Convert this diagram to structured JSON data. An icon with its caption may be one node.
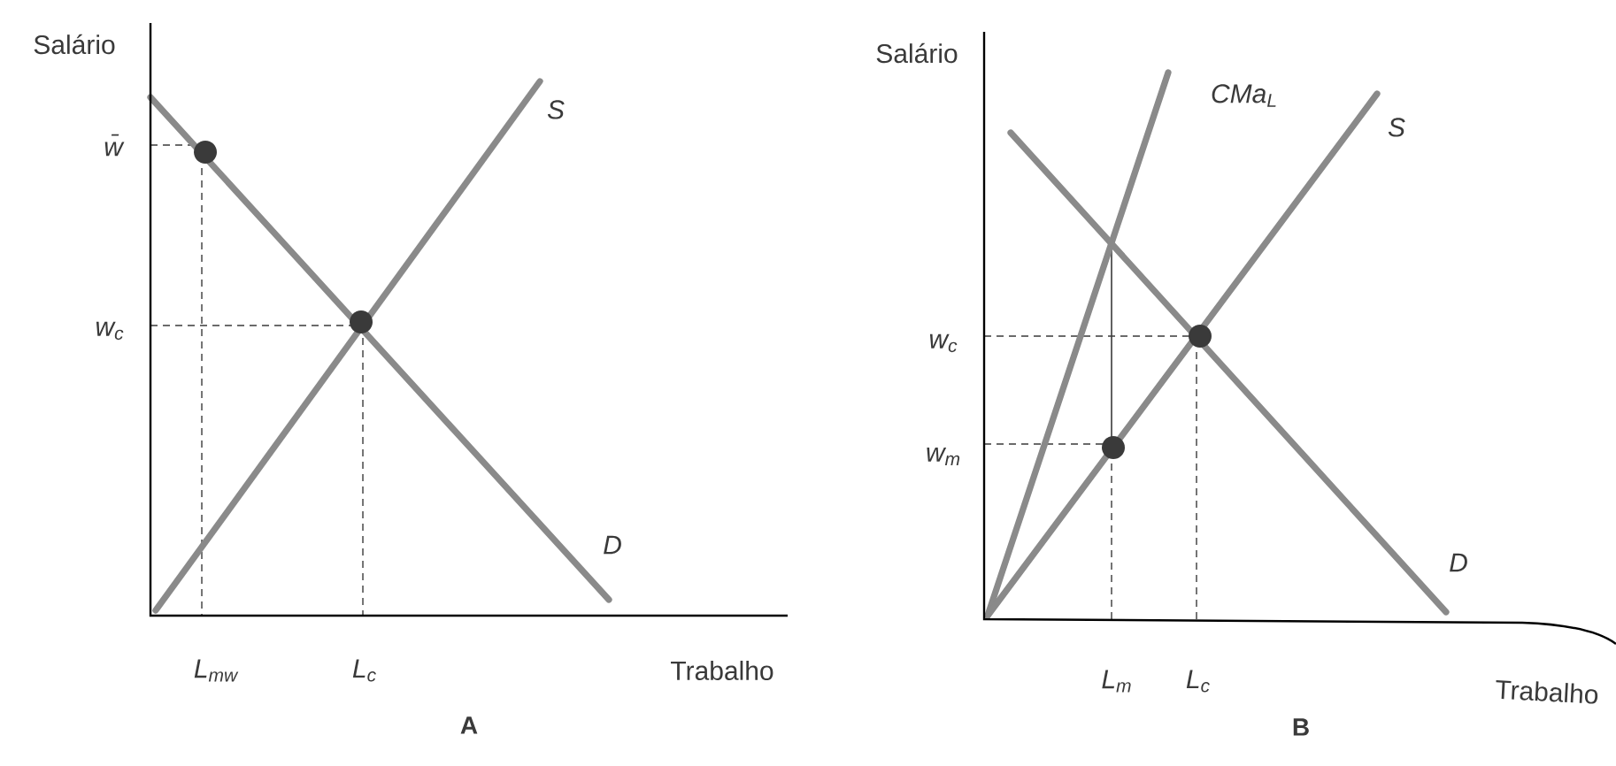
{
  "diagram": {
    "labels": [
      "Salário",
      "S",
      "w̄",
      "w$_{c}$",
      "D",
      "L$_{mw}$",
      "L$_{c}$",
      "Trabalho",
      "A",
      "Salário",
      "CMa$_{L}$",
      "S",
      "w$_{c}$",
      "w$_{m}$",
      "D",
      "L$_{m}$",
      "L$_{c}$",
      "Trabalho",
      "B"
    ]
  }
}
